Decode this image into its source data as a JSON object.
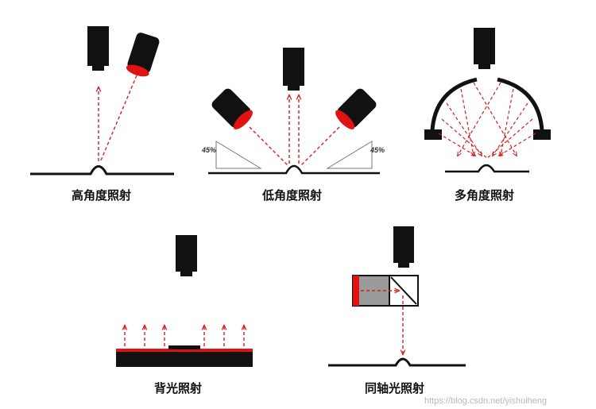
{
  "labels": {
    "high_angle": "高角度照射",
    "low_angle": "低角度照射",
    "multi_angle": "多角度照射",
    "backlight": "背光照射",
    "coaxial": "同轴光照射"
  },
  "angle_marks": {
    "left": "45%",
    "right": "45%"
  },
  "watermark": "https://blog.csdn.net/yishuiheng",
  "colors": {
    "camera": "#111111",
    "lens_red": "#e11212",
    "ray": "#d42020",
    "surface": "#111111",
    "gray_box": "#9a9a9a"
  }
}
